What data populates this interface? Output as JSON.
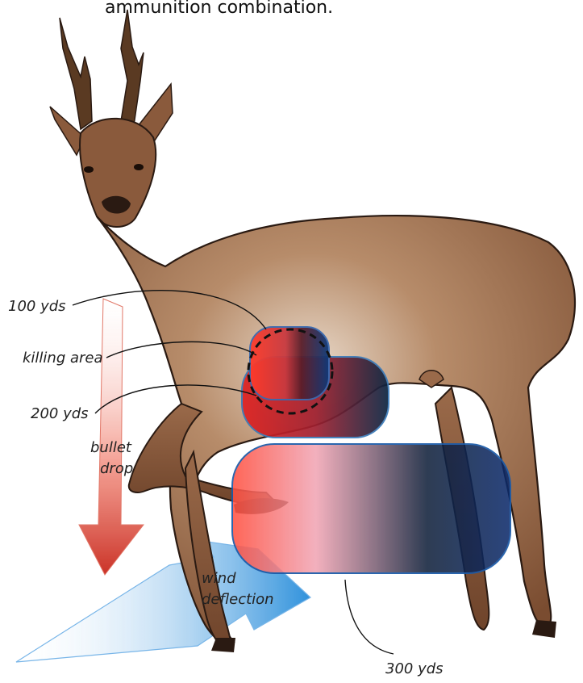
{
  "caption": "ammunition combination.",
  "labels": {
    "yds100": "100 yds",
    "killing_area": "killing area",
    "yds200": "200 yds",
    "bullet": "bullet",
    "drop": "drop",
    "wind": "wind",
    "deflection": "deflection",
    "yds300": "300 yds"
  },
  "colors": {
    "deer_body": "#8a5a3c",
    "deer_outline": "#2a1a12",
    "impact_red": "#e8282a",
    "impact_blue": "#0c3a7a",
    "drop_arrow": "#d03a24",
    "wind_arrow": "#2a8fd8"
  }
}
